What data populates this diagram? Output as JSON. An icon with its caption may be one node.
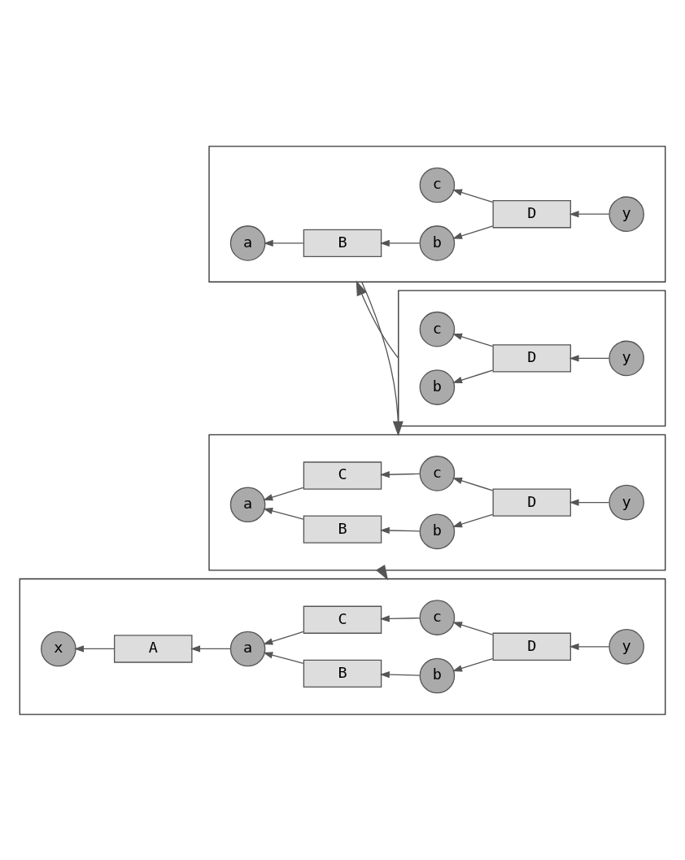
{
  "diagram": {
    "nodes": [
      {
        "text": [],
        "shape": "box"
      },
      {
        "text": [
          "b"
        ],
        "in": 0
      },
      {
        "text": [
          "D"
        ],
        "in": 0
      },
      {
        "text": [
          "y"
        ],
        "in": 0
      },
      {
        "text": [
          "c"
        ],
        "in": 0
      },
      {
        "text": [],
        "shape": "box"
      },
      {
        "text": [
          "B"
        ],
        "in": 5
      },
      {
        "text": [
          "b"
        ],
        "in": 5
      },
      {
        "text": [
          "a"
        ],
        "in": 5
      },
      {
        "text": [
          "D"
        ],
        "in": 5
      },
      {
        "text": [
          "y"
        ],
        "in": 5
      },
      {
        "text": [
          "c"
        ],
        "in": 5
      },
      {
        "text": [],
        "shape": "box"
      },
      {
        "text": [
          "B"
        ],
        "in": 12
      },
      {
        "text": [
          "b"
        ],
        "in": 12
      },
      {
        "text": [
          "a"
        ],
        "in": 12
      },
      {
        "text": [
          "D"
        ],
        "in": 12
      },
      {
        "text": [
          "y"
        ],
        "in": 12
      },
      {
        "text": [
          "C"
        ],
        "in": 12
      },
      {
        "text": [
          "c"
        ],
        "in": 12
      },
      {
        "text": [],
        "shape": "box"
      },
      {
        "text": [
          "B"
        ],
        "in": 20
      },
      {
        "text": [
          "b"
        ],
        "in": 20
      },
      {
        "text": [
          "x"
        ],
        "in": 20
      },
      {
        "text": [
          "A"
        ],
        "in": 20
      },
      {
        "text": [
          "a"
        ],
        "in": 20
      },
      {
        "text": [
          "D"
        ],
        "in": 20
      },
      {
        "text": [
          "y"
        ],
        "in": 20
      },
      {
        "text": [
          "C"
        ],
        "in": 20
      },
      {
        "text": [
          "c"
        ],
        "in": 20
      }
    ],
    "edges": [
      {
        "from": 2,
        "to": 1,
        "arrow": "to"
      },
      {
        "from": 2,
        "to": 4,
        "arrow": "to"
      },
      {
        "from": 3,
        "to": 2,
        "arrow": "to"
      },
      {
        "from": 0,
        "to": 5,
        "arrow": "to"
      },
      {
        "from": 7,
        "to": 6,
        "arrow": "to"
      },
      {
        "from": 6,
        "to": 8,
        "arrow": "to"
      },
      {
        "from": 9,
        "to": 7,
        "arrow": "to"
      },
      {
        "from": 9,
        "to": 11,
        "arrow": "to"
      },
      {
        "from": 10,
        "to": 9,
        "arrow": "to"
      },
      {
        "from": 5,
        "to": 12,
        "arrow": "to"
      },
      {
        "from": 14,
        "to": 13,
        "arrow": "to"
      },
      {
        "from": 13,
        "to": 15,
        "arrow": "to"
      },
      {
        "from": 16,
        "to": 14,
        "arrow": "to"
      },
      {
        "from": 16,
        "to": 19,
        "arrow": "to"
      },
      {
        "from": 17,
        "to": 16,
        "arrow": "to"
      },
      {
        "from": 19,
        "to": 18,
        "arrow": "to"
      },
      {
        "from": 18,
        "to": 15,
        "arrow": "to"
      },
      {
        "from": 12,
        "to": 20,
        "arrow": "to"
      },
      {
        "from": 22,
        "to": 21,
        "arrow": "to"
      },
      {
        "from": 21,
        "to": 25,
        "arrow": "to"
      },
      {
        "from": 25,
        "to": 24,
        "arrow": "to"
      },
      {
        "from": 24,
        "to": 23,
        "arrow": "to"
      },
      {
        "from": 26,
        "to": 22,
        "arrow": "to"
      },
      {
        "from": 26,
        "to": 29,
        "arrow": "to"
      },
      {
        "from": 27,
        "to": 26,
        "arrow": "to"
      },
      {
        "from": 29,
        "to": 28,
        "arrow": "to"
      },
      {
        "from": 28,
        "to": 25,
        "arrow": "to"
      }
    ]
  }
}
